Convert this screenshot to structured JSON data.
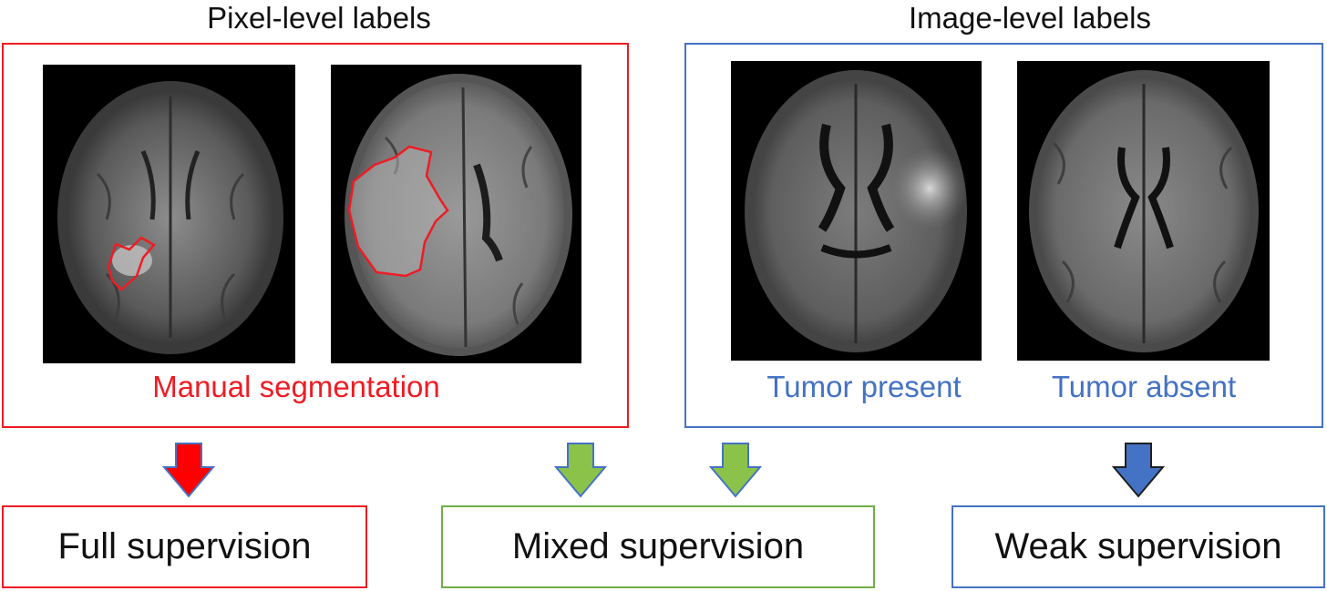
{
  "headings": {
    "pixel_level": "Pixel-level labels",
    "image_level": "Image-level labels"
  },
  "captions": {
    "manual_segmentation": "Manual segmentation",
    "tumor_present": "Tumor present",
    "tumor_absent": "Tumor absent"
  },
  "outcomes": {
    "full": "Full supervision",
    "mixed": "Mixed supervision",
    "weak": "Weak supervision"
  },
  "colors": {
    "pixel_group": "#ee1c24",
    "image_group": "#4472c4",
    "mixed_group": "#70ad47",
    "caption_blue": "#4472c4",
    "arrow_red": "#ff0000",
    "arrow_green": "#8bc34a",
    "arrow_blue": "#4472c4"
  },
  "icons": {
    "arrows": [
      "down-arrow-red-icon",
      "down-arrow-green-icon",
      "down-arrow-green-icon",
      "down-arrow-blue-icon"
    ]
  }
}
